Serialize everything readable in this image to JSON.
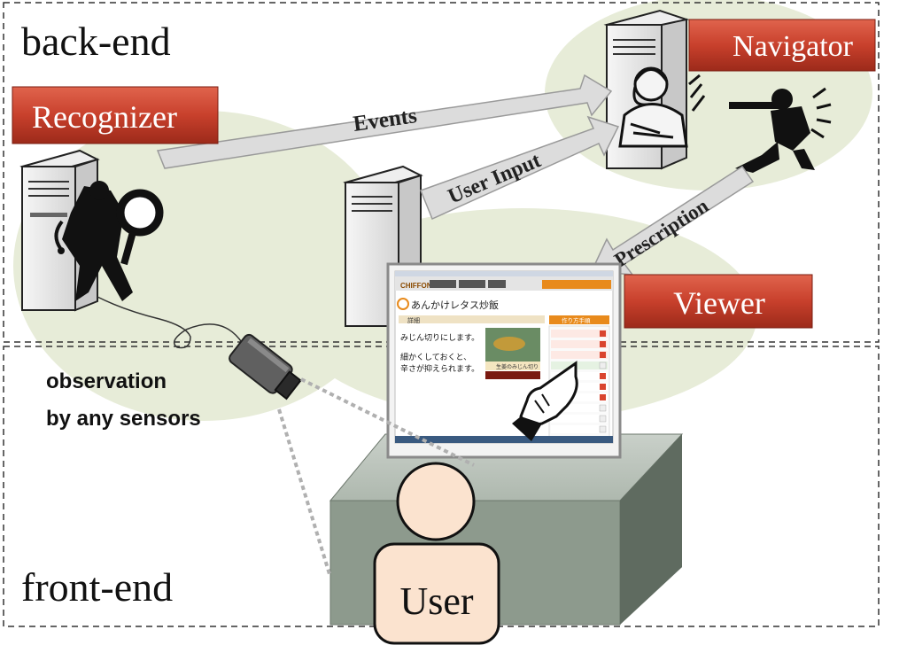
{
  "sections": {
    "back_end": "back-end",
    "front_end": "front-end"
  },
  "components": {
    "recognizer": "Recognizer",
    "navigator": "Navigator",
    "viewer": "Viewer",
    "user": "User"
  },
  "flows": {
    "events": "Events",
    "user_input": "User Input",
    "prescription": "Prescription"
  },
  "sensor_caption": {
    "line1": "observation",
    "line2": "by any sensors"
  },
  "screen": {
    "brand": "CHIFFON",
    "recipe_title": "あんかけレタス炒飯",
    "section_label": "詳細",
    "step_line1": "みじん切りにします。",
    "step_line2": "細かくしておくと、",
    "step_line3": "辛さが抑えられます。",
    "video_caption": "生姜のみじん切り",
    "sidebar_header": "作り方手順"
  },
  "colors": {
    "label_red": "#c8402c",
    "blob_green": "#e7ecd8",
    "table_gray": "#8d9a8d",
    "user_skin": "#fbe3cf",
    "arrow_gray": "#dcdcdc"
  }
}
